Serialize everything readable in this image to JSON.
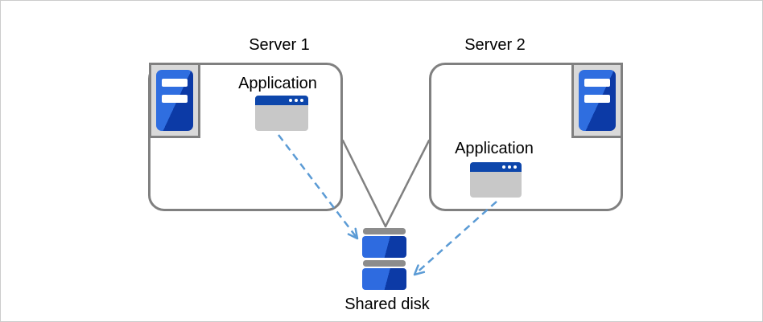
{
  "diagram": {
    "server1": {
      "title": "Server 1",
      "app_label": "Application"
    },
    "server2": {
      "title": "Server 2",
      "app_label": "Application"
    },
    "shared_disk": {
      "label": "Shared disk"
    },
    "connections": [
      {
        "from": "server1",
        "to": "shared_disk",
        "style": "solid-gray-line"
      },
      {
        "from": "server2",
        "to": "shared_disk",
        "style": "solid-gray-line"
      },
      {
        "from": "application-in-server1",
        "to": "shared_disk",
        "style": "dashed-blue-arrow"
      },
      {
        "from": "application-in-server2",
        "to": "shared_disk",
        "style": "dashed-blue-arrow"
      }
    ],
    "colors": {
      "box_border": "#808080",
      "connector_gray": "#808080",
      "arrow_blue": "#5b9bd5",
      "icon_frame_fill": "#d9d9d9",
      "server_blue_light": "#2f6ee0",
      "server_blue_dark": "#0c3aa6",
      "window_titlebar_blue": "#0d46ab",
      "window_body_gray": "#c8c8c8",
      "disk_cap_gray": "#8c8c8c"
    }
  }
}
